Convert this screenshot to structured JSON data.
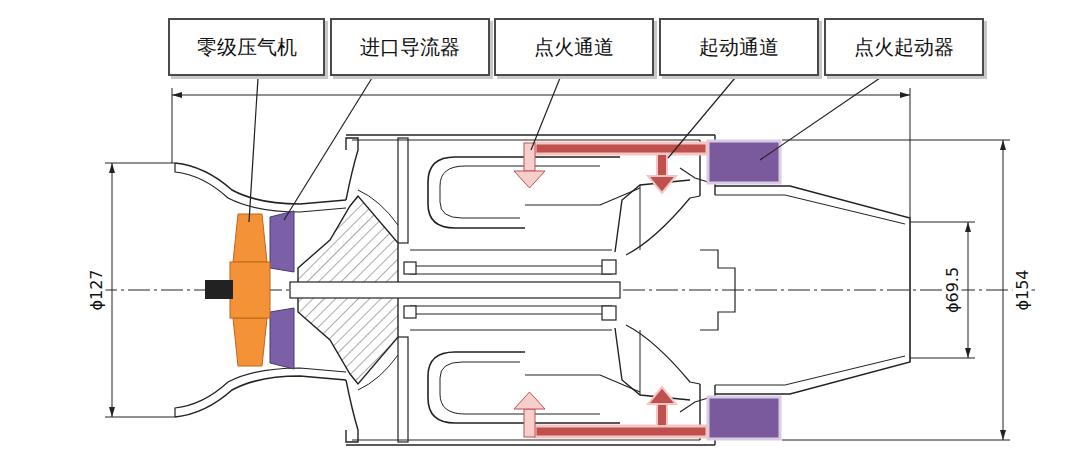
{
  "diagram": {
    "nodes": [
      {
        "text": [
          "零级压气机"
        ]
      },
      {
        "text": [
          "进口导流器"
        ]
      },
      {
        "text": [
          "点火通道"
        ]
      },
      {
        "text": [
          "起动通道"
        ]
      },
      {
        "text": [
          "点火起动器"
        ]
      }
    ],
    "labels": [
      "ϕ127",
      "ϕ69.5",
      "ϕ154"
    ]
  }
}
